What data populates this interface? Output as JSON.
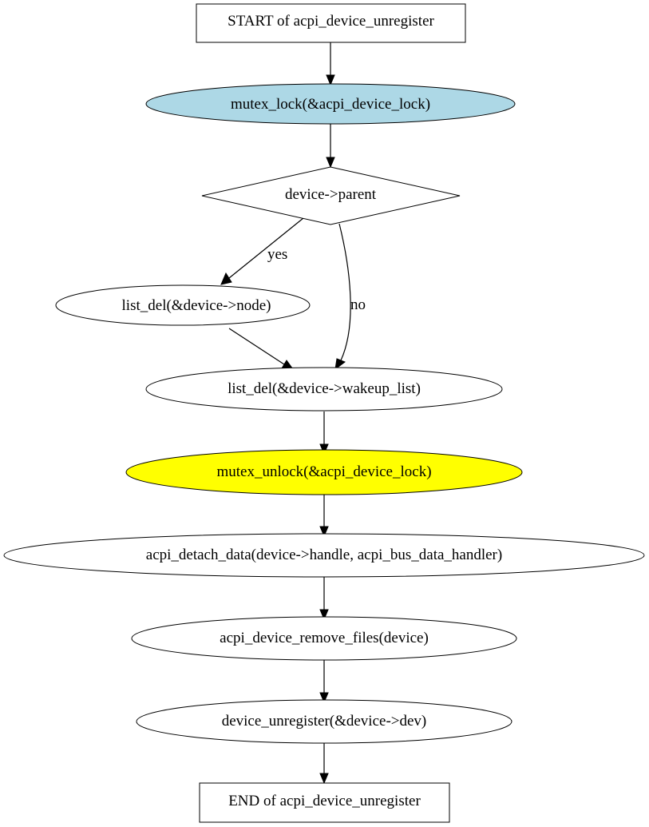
{
  "nodes": {
    "start": {
      "label": "START of acpi_device_unregister",
      "shape": "box",
      "fill": "#ffffff"
    },
    "mutex_lock": {
      "label": "mutex_lock(&acpi_device_lock)",
      "shape": "ellipse",
      "fill": "#add8e6"
    },
    "check_parent": {
      "label": "device->parent",
      "shape": "diamond",
      "fill": "#ffffff"
    },
    "list_del_node": {
      "label": "list_del(&device->node)",
      "shape": "ellipse",
      "fill": "#ffffff"
    },
    "list_del_wakeup": {
      "label": "list_del(&device->wakeup_list)",
      "shape": "ellipse",
      "fill": "#ffffff"
    },
    "mutex_unlock": {
      "label": "mutex_unlock(&acpi_device_lock)",
      "shape": "ellipse",
      "fill": "#ffff00"
    },
    "detach_data": {
      "label": "acpi_detach_data(device->handle, acpi_bus_data_handler)",
      "shape": "ellipse",
      "fill": "#ffffff"
    },
    "remove_files": {
      "label": "acpi_device_remove_files(device)",
      "shape": "ellipse",
      "fill": "#ffffff"
    },
    "device_unregister": {
      "label": "device_unregister(&device->dev)",
      "shape": "ellipse",
      "fill": "#ffffff"
    },
    "end": {
      "label": "END of acpi_device_unregister",
      "shape": "box",
      "fill": "#ffffff"
    }
  },
  "edges": {
    "start_to_lock": {
      "from": "start",
      "to": "mutex_lock",
      "label": ""
    },
    "lock_to_check": {
      "from": "mutex_lock",
      "to": "check_parent",
      "label": ""
    },
    "check_yes": {
      "from": "check_parent",
      "to": "list_del_node",
      "label": "yes"
    },
    "check_no": {
      "from": "check_parent",
      "to": "list_del_wakeup",
      "label": "no"
    },
    "node_to_wakeup": {
      "from": "list_del_node",
      "to": "list_del_wakeup",
      "label": ""
    },
    "wakeup_to_unlock": {
      "from": "list_del_wakeup",
      "to": "mutex_unlock",
      "label": ""
    },
    "unlock_to_detach": {
      "from": "mutex_unlock",
      "to": "detach_data",
      "label": ""
    },
    "detach_to_remove": {
      "from": "detach_data",
      "to": "remove_files",
      "label": ""
    },
    "remove_to_unregister": {
      "from": "remove_files",
      "to": "device_unregister",
      "label": ""
    },
    "unregister_to_end": {
      "from": "device_unregister",
      "to": "end",
      "label": ""
    }
  }
}
